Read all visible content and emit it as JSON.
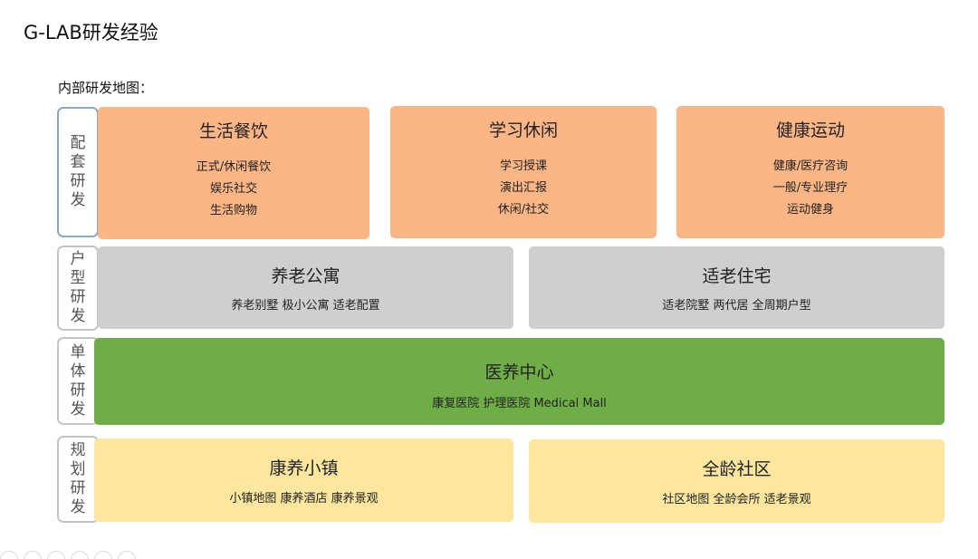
{
  "title": "G-LAB研发经验",
  "subtitle": "内部研发地图：",
  "rows": [
    {
      "label": [
        "配",
        "套",
        "研",
        "发"
      ],
      "cards": [
        {
          "heading": "生活餐饮",
          "lines": [
            "正式/休闲餐饮",
            "娱乐社交",
            "生活购物"
          ]
        },
        {
          "heading": "学习休闲",
          "lines": [
            "学习授课",
            "演出汇报",
            "休闲/社交"
          ]
        },
        {
          "heading": "健康运动",
          "lines": [
            "健康/医疗咨询",
            "一般/专业理疗",
            "运动健身"
          ]
        }
      ]
    },
    {
      "label": [
        "户",
        "型",
        "研",
        "发"
      ],
      "cards": [
        {
          "heading": "养老公寓",
          "lines": [
            "养老别墅 极小公寓 适老配置"
          ]
        },
        {
          "heading": "适老住宅",
          "lines": [
            "适老院墅 两代居 全周期户型"
          ]
        }
      ]
    },
    {
      "label": [
        "单",
        "体",
        "研",
        "发"
      ],
      "cards": [
        {
          "heading": "医养中心",
          "lines": [
            "康复医院 护理医院 Medical Mall"
          ]
        }
      ]
    },
    {
      "label": [
        "规",
        "划",
        "研",
        "发"
      ],
      "cards": [
        {
          "heading": "康养小镇",
          "lines": [
            "小镇地图  康养酒店 康养景观"
          ]
        },
        {
          "heading": "全龄社区",
          "lines": [
            "社区地图 全龄会所 适老景观"
          ]
        }
      ]
    }
  ],
  "colors": {
    "orange": "#fcb685",
    "gray": "#d0cfcf",
    "green": "#6fad46",
    "yellow": "#fde79e"
  }
}
